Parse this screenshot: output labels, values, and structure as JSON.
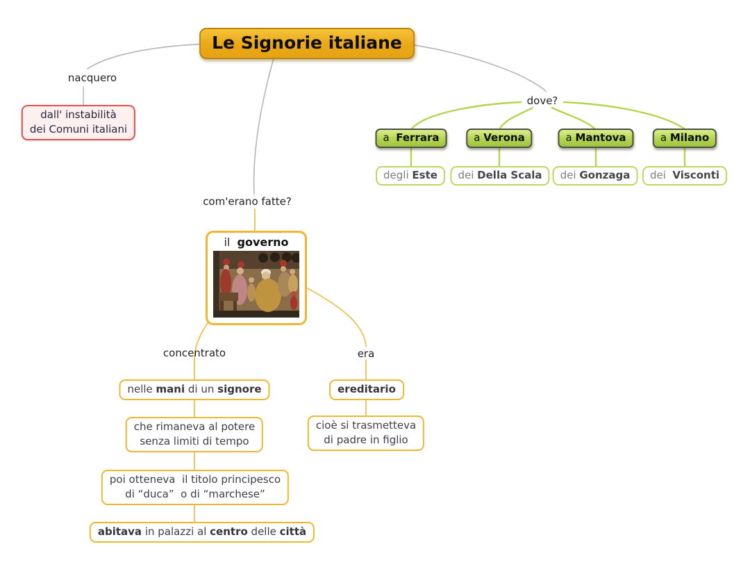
{
  "map": {
    "title": "Le Signorie italiane",
    "origin": {
      "label": "nacquero",
      "cause_line1": "dall' instabilità",
      "cause_line2": "dei Comuni italiani"
    },
    "where": {
      "label": "dove?",
      "places": [
        {
          "prefix": "a",
          "city": "Ferrara",
          "family_prefix": "degli",
          "family": "Este"
        },
        {
          "prefix": "a",
          "city": "Verona",
          "family_prefix": "dei",
          "family": "Della Scala"
        },
        {
          "prefix": "a",
          "city": "Mantova",
          "family_prefix": "dei",
          "family": "Gonzaga"
        },
        {
          "prefix": "a",
          "city": "Milano",
          "family_prefix": "dei",
          "family": "Visconti"
        }
      ]
    },
    "structure": {
      "label": "com'erano fatte?",
      "government": {
        "prefix": "il",
        "word": "governo"
      },
      "concentrated": {
        "label": "concentrato",
        "hands": {
          "t1": "nelle ",
          "t2": "mani",
          "t3": " di un ",
          "t4": "signore"
        },
        "power_line1": "che rimaneva al potere",
        "power_line2": "senza limiti di tempo",
        "title_line1": "poi otteneva  il titolo principesco",
        "title_line2": "di “duca”  o di “marchese”",
        "palace": {
          "t1": "abitava",
          "t2": " in palazzi al ",
          "t3": "centro",
          "t4": " delle ",
          "t5": "città"
        }
      },
      "hereditary": {
        "label": "era",
        "word": "ereditario",
        "desc_line1": "cioè si trasmetteva",
        "desc_line2": "di padre in figlio"
      }
    }
  },
  "colors": {
    "title_box_top": "#f6c23a",
    "title_box_bottom": "#e6a313",
    "title_border": "#bb8409",
    "red_border": "#dd5151",
    "red_fill": "#fdf0ef",
    "green_box_border": "#4b4e3e",
    "green_box_top": "#dcee94",
    "green_box_bottom": "#9fc33c",
    "green_line": "#b5d44e",
    "orange_border": "#f2b62d",
    "orange_line": "#eebf4e",
    "gray_line": "#b8b8b8"
  }
}
